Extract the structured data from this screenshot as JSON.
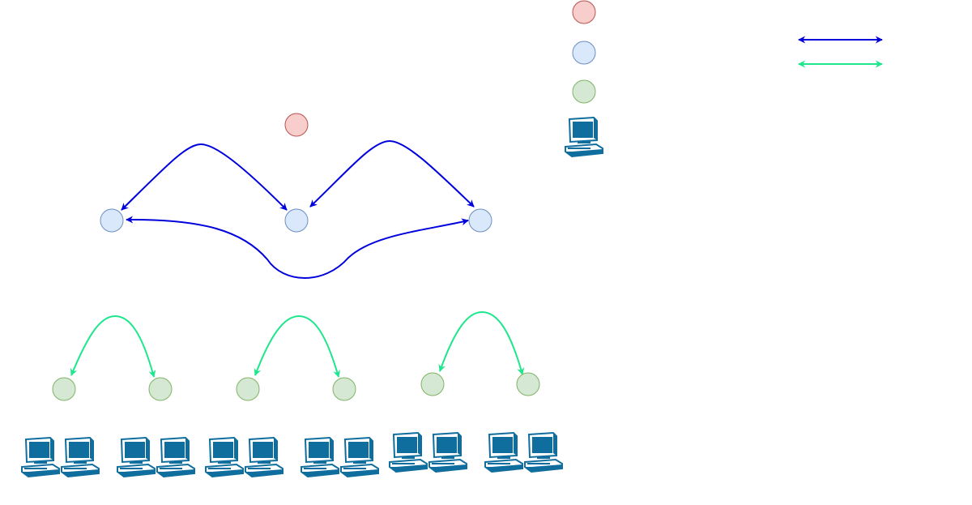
{
  "colors": {
    "root_node": "#f8cecc",
    "mid_node": "#dae8fc",
    "leaf_node": "#d5e8d4",
    "blue_link": "#0000dd",
    "green_link": "#1ee68c",
    "computer": "#106e9e"
  },
  "legend": {
    "node_types": [
      "root-node",
      "mid-node",
      "leaf-node",
      "computer-icon"
    ],
    "link_types": [
      "blue-link",
      "green-link"
    ]
  },
  "diagram": {
    "root_count": 1,
    "mid_count": 3,
    "leaf_count": 6,
    "computer_count": 12
  }
}
